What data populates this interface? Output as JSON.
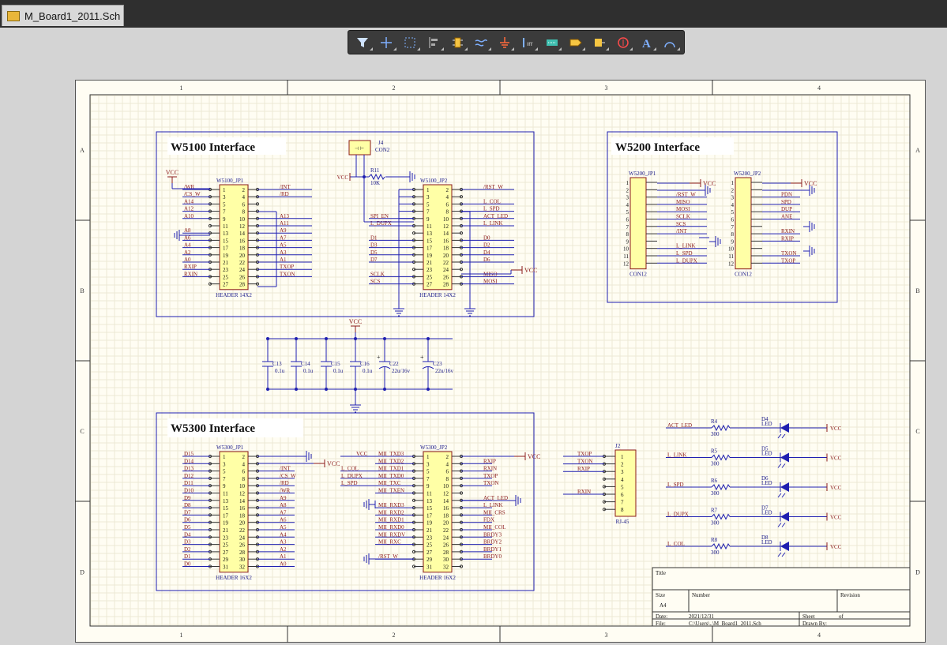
{
  "tab": {
    "title": "M_Board1_2011.Sch"
  },
  "toolbar": {
    "icons": [
      "filter-icon",
      "crosshair-icon",
      "select-rectangle-icon",
      "align-icon",
      "part-icon",
      "wire-icon",
      "ground-icon",
      "bus-icon",
      "net-label-icon",
      "port-icon",
      "sheet-entry-icon",
      "no-erc-icon",
      "text-icon",
      "arc-icon"
    ]
  },
  "sheet": {
    "col_labels": [
      "1",
      "2",
      "3",
      "4"
    ],
    "row_labels": [
      "A",
      "B",
      "C",
      "D"
    ],
    "w5100_title": "W5100 Interface",
    "w5200_title": "W5200 Interface",
    "w5300_title": "W5300 Interface",
    "w5100": {
      "jp1": {
        "ref": "W5100_JP1",
        "footer": "HEADER 14X2",
        "pins_left": [
          "1",
          "3",
          "5",
          "7",
          "9",
          "11",
          "13",
          "15",
          "17",
          "19",
          "21",
          "23",
          "25",
          "27"
        ],
        "pins_right": [
          "2",
          "4",
          "6",
          "8",
          "10",
          "12",
          "14",
          "16",
          "18",
          "20",
          "22",
          "24",
          "26",
          "28"
        ],
        "nets_left": [
          "/WR",
          "/CS_W",
          "A14",
          "A12",
          "A10",
          "",
          "A8",
          "A6",
          "A4",
          "A2",
          "A0",
          "RXIP",
          "RXIN",
          ""
        ],
        "nets_right": [
          "/INT",
          "/RD",
          "",
          "",
          "A13",
          "A11",
          "A9",
          "A7",
          "A5",
          "A3",
          "A1",
          "TXOP",
          "TXON",
          ""
        ],
        "vcc": "VCC"
      },
      "jp2": {
        "ref": "W5100_JP2",
        "footer": "HEADER 14X2",
        "pins_left": [
          "1",
          "3",
          "5",
          "7",
          "9",
          "11",
          "13",
          "15",
          "17",
          "19",
          "21",
          "23",
          "25",
          "27"
        ],
        "pins_right": [
          "2",
          "4",
          "6",
          "8",
          "10",
          "12",
          "14",
          "16",
          "18",
          "20",
          "22",
          "24",
          "26",
          "28"
        ],
        "nets_left": [
          "",
          "",
          "",
          "",
          "SPI_EN",
          "L_DUPX",
          "",
          "D1",
          "D3",
          "D5",
          "D7",
          "",
          "SCLK",
          "SCS"
        ],
        "nets_right": [
          "/RST_W",
          "",
          "L_COL",
          "L_SPD",
          "ACT_LED",
          "L_LINK",
          "",
          "D0",
          "D2",
          "D4",
          "D6",
          "",
          "MISO",
          "MOSI"
        ],
        "vcc": "VCC"
      },
      "j4": {
        "ref": "J4",
        "val": "CON2"
      },
      "r11": {
        "ref": "R11",
        "val": "10K",
        "vcc": "VCC"
      }
    },
    "w5200": {
      "jp1": {
        "ref": "W5200_JP1",
        "footer": "CON12",
        "pins": [
          "1",
          "2",
          "3",
          "4",
          "5",
          "6",
          "7",
          "8",
          "9",
          "10",
          "11",
          "12"
        ],
        "nets": [
          "VCC",
          "",
          "/RST_W",
          "MISO",
          "MOSI",
          "SCLK",
          "SCS",
          "/INT",
          "",
          "L_LINK",
          "L_SPD",
          "L_DUPX"
        ]
      },
      "jp2": {
        "ref": "W5200_JP2",
        "footer": "CON12",
        "pins": [
          "1",
          "2",
          "3",
          "4",
          "5",
          "6",
          "7",
          "8",
          "9",
          "10",
          "11",
          "12"
        ],
        "nets": [
          "VCC",
          "",
          "PDN",
          "SPD",
          "DUP",
          "ANE",
          "",
          "RXIN",
          "RXIP",
          "",
          "TXON",
          "TXOP"
        ]
      }
    },
    "caps": {
      "vcc": "VCC",
      "items": [
        {
          "ref": "C13",
          "val": "0.1u"
        },
        {
          "ref": "C14",
          "val": "0.1u"
        },
        {
          "ref": "C15",
          "val": "0.1u"
        },
        {
          "ref": "C16",
          "val": "0.1u"
        },
        {
          "ref": "C22",
          "val": "22u/16v"
        },
        {
          "ref": "C23",
          "val": "22u/16v"
        }
      ]
    },
    "w5300": {
      "jp1": {
        "ref": "W5300_JP1",
        "footer": "HEADER 16X2",
        "pins_left": [
          "1",
          "3",
          "5",
          "7",
          "9",
          "11",
          "13",
          "15",
          "17",
          "19",
          "21",
          "23",
          "25",
          "27",
          "29",
          "31"
        ],
        "pins_right": [
          "2",
          "4",
          "6",
          "8",
          "10",
          "12",
          "14",
          "16",
          "18",
          "20",
          "22",
          "24",
          "26",
          "28",
          "30",
          "32"
        ],
        "nets_left": [
          "D15",
          "D14",
          "D13",
          "D12",
          "D11",
          "D10",
          "D9",
          "D8",
          "D7",
          "D6",
          "D5",
          "D4",
          "D3",
          "D2",
          "D1",
          "D0"
        ],
        "nets_right": [
          "",
          "",
          "/INT",
          "/CS_W",
          "/RD",
          "/WR",
          "A9",
          "A8",
          "A7",
          "A6",
          "A5",
          "A4",
          "A3",
          "A2",
          "A1",
          "A0"
        ],
        "vcc": "VCC"
      },
      "jp2": {
        "ref": "W5300_JP2",
        "footer": "HEADER 16X2",
        "pins_left": [
          "1",
          "3",
          "5",
          "7",
          "9",
          "11",
          "13",
          "15",
          "17",
          "19",
          "21",
          "23",
          "25",
          "27",
          "29",
          "31"
        ],
        "pins_right": [
          "2",
          "4",
          "6",
          "8",
          "10",
          "12",
          "14",
          "16",
          "18",
          "20",
          "22",
          "24",
          "26",
          "28",
          "30",
          "32"
        ],
        "inner_left": [
          "MII_TXD3",
          "MII_TXD2",
          "MII_TXD1",
          "MII_TXD0",
          "MII_TXC",
          "MII_TXEN",
          "",
          "MII_RXD3",
          "MII_RXD2",
          "MII_RXD1",
          "MII_RXD0",
          "MII_RXDV",
          "MII_RXC",
          "",
          "/RST_W",
          ""
        ],
        "outer_left": [
          "VCC",
          "",
          "L_COL",
          "L_DUPX",
          "L_SPD",
          "",
          "",
          "",
          "",
          "",
          "",
          "",
          "",
          "",
          "",
          ""
        ],
        "nets_right": [
          "",
          "RXIP",
          "RXIN",
          "TXOP",
          "TXON",
          "",
          "ACT_LED",
          "L_LINK",
          "MII_CRS",
          "FDX",
          "MII_COL",
          "BRDY3",
          "BRDY2",
          "BRDY1",
          "BRDY0",
          ""
        ],
        "vcc": "VCC"
      }
    },
    "rj45": {
      "ref": "J2",
      "footer": "RJ-45",
      "pins": [
        "1",
        "2",
        "3",
        "4",
        "5",
        "6",
        "7",
        "8"
      ],
      "nets": [
        "TXOP",
        "TXON",
        "RXIP",
        "",
        "",
        "RXIN",
        "",
        ""
      ]
    },
    "leds": [
      {
        "net": "ACT_LED",
        "r": "R4",
        "rv": "300",
        "d": "D4",
        "dv": "LED",
        "vcc": "VCC"
      },
      {
        "net": "L_LINK",
        "r": "R5",
        "rv": "300",
        "d": "D5",
        "dv": "LED",
        "vcc": "VCC"
      },
      {
        "net": "L_SPD",
        "r": "R6",
        "rv": "300",
        "d": "D6",
        "dv": "LED",
        "vcc": "VCC"
      },
      {
        "net": "L_DUPX",
        "r": "R7",
        "rv": "300",
        "d": "D7",
        "dv": "LED",
        "vcc": "VCC"
      },
      {
        "net": "L_COL",
        "r": "R8",
        "rv": "300",
        "d": "D8",
        "dv": "LED",
        "vcc": "VCC"
      }
    ],
    "title_block": {
      "title": "Title",
      "size": "Size",
      "size_val": "A4",
      "number": "Number",
      "revision": "Revision",
      "date": "Date:",
      "date_val": "2021/12/31",
      "sheet": "Sheet",
      "of": "of",
      "file": "File:",
      "file_val": "C:\\Users\\..\\M_Board1_2011.Sch",
      "drawn": "Drawn By:"
    }
  },
  "colors": {
    "wire": "#1f1fb0",
    "net": "#8b1a1a",
    "part_fill": "#ffffa6",
    "part_border": "#8b1a1a",
    "frame": "#303030",
    "sheet_bg": "#fffdf3"
  }
}
